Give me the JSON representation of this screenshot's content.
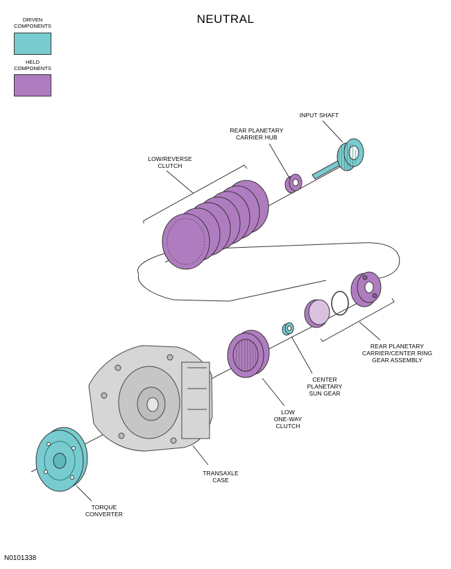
{
  "title": "NEUTRAL",
  "figure_id": "N0101338",
  "legend": [
    {
      "label_line1": "DRIVEN",
      "label_line2": "COMPONENTS",
      "color": "#78ccd0"
    },
    {
      "label_line1": "HELD",
      "label_line2": "COMPONENTS",
      "color": "#b07cc0"
    }
  ],
  "colors": {
    "driven": "#78ccd0",
    "held": "#b07cc0",
    "case": "#d6d6d6",
    "outline": "#333333"
  },
  "labels": {
    "input_shaft": "INPUT SHAFT",
    "rear_planetary_carrier_hub_1": "REAR PLANETARY",
    "rear_planetary_carrier_hub_2": "CARRIER HUB",
    "low_reverse_clutch_1": "LOW/REVERSE",
    "low_reverse_clutch_2": "CLUTCH",
    "rear_carrier_assembly_1": "REAR PLANETARY",
    "rear_carrier_assembly_2": "CARRIER/CENTER RING",
    "rear_carrier_assembly_3": "GEAR ASSEMBLY",
    "center_sun_gear_1": "CENTER",
    "center_sun_gear_2": "PLANETARY",
    "center_sun_gear_3": "SUN GEAR",
    "low_one_way_clutch_1": "LOW",
    "low_one_way_clutch_2": "ONE-WAY",
    "low_one_way_clutch_3": "CLUTCH",
    "transaxle_case_1": "TRANSAXLE",
    "transaxle_case_2": "CASE",
    "torque_converter_1": "TORQUE",
    "torque_converter_2": "CONVERTER"
  }
}
